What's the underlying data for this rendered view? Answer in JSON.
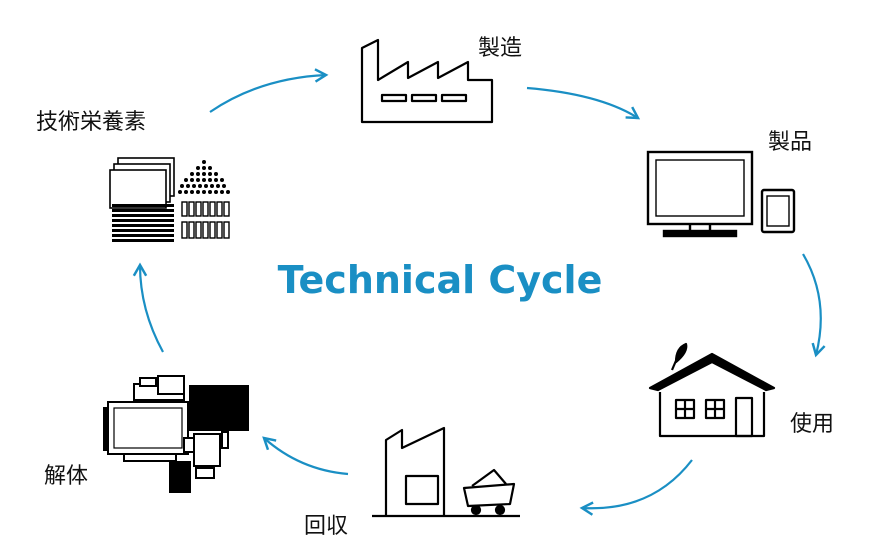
{
  "title": "Technical Cycle",
  "accent_color": "#1a8fc4",
  "icon_color": "#000000",
  "stages": [
    {
      "label": "製造",
      "icon": "factory-icon"
    },
    {
      "label": "製品",
      "icon": "tv-tablet-icon"
    },
    {
      "label": "使用",
      "icon": "house-icon"
    },
    {
      "label": "回収",
      "icon": "recycling-plant-icon"
    },
    {
      "label": "解体",
      "icon": "disassembled-parts-icon"
    },
    {
      "label": "技術栄養素",
      "icon": "technical-nutrients-icon"
    }
  ]
}
